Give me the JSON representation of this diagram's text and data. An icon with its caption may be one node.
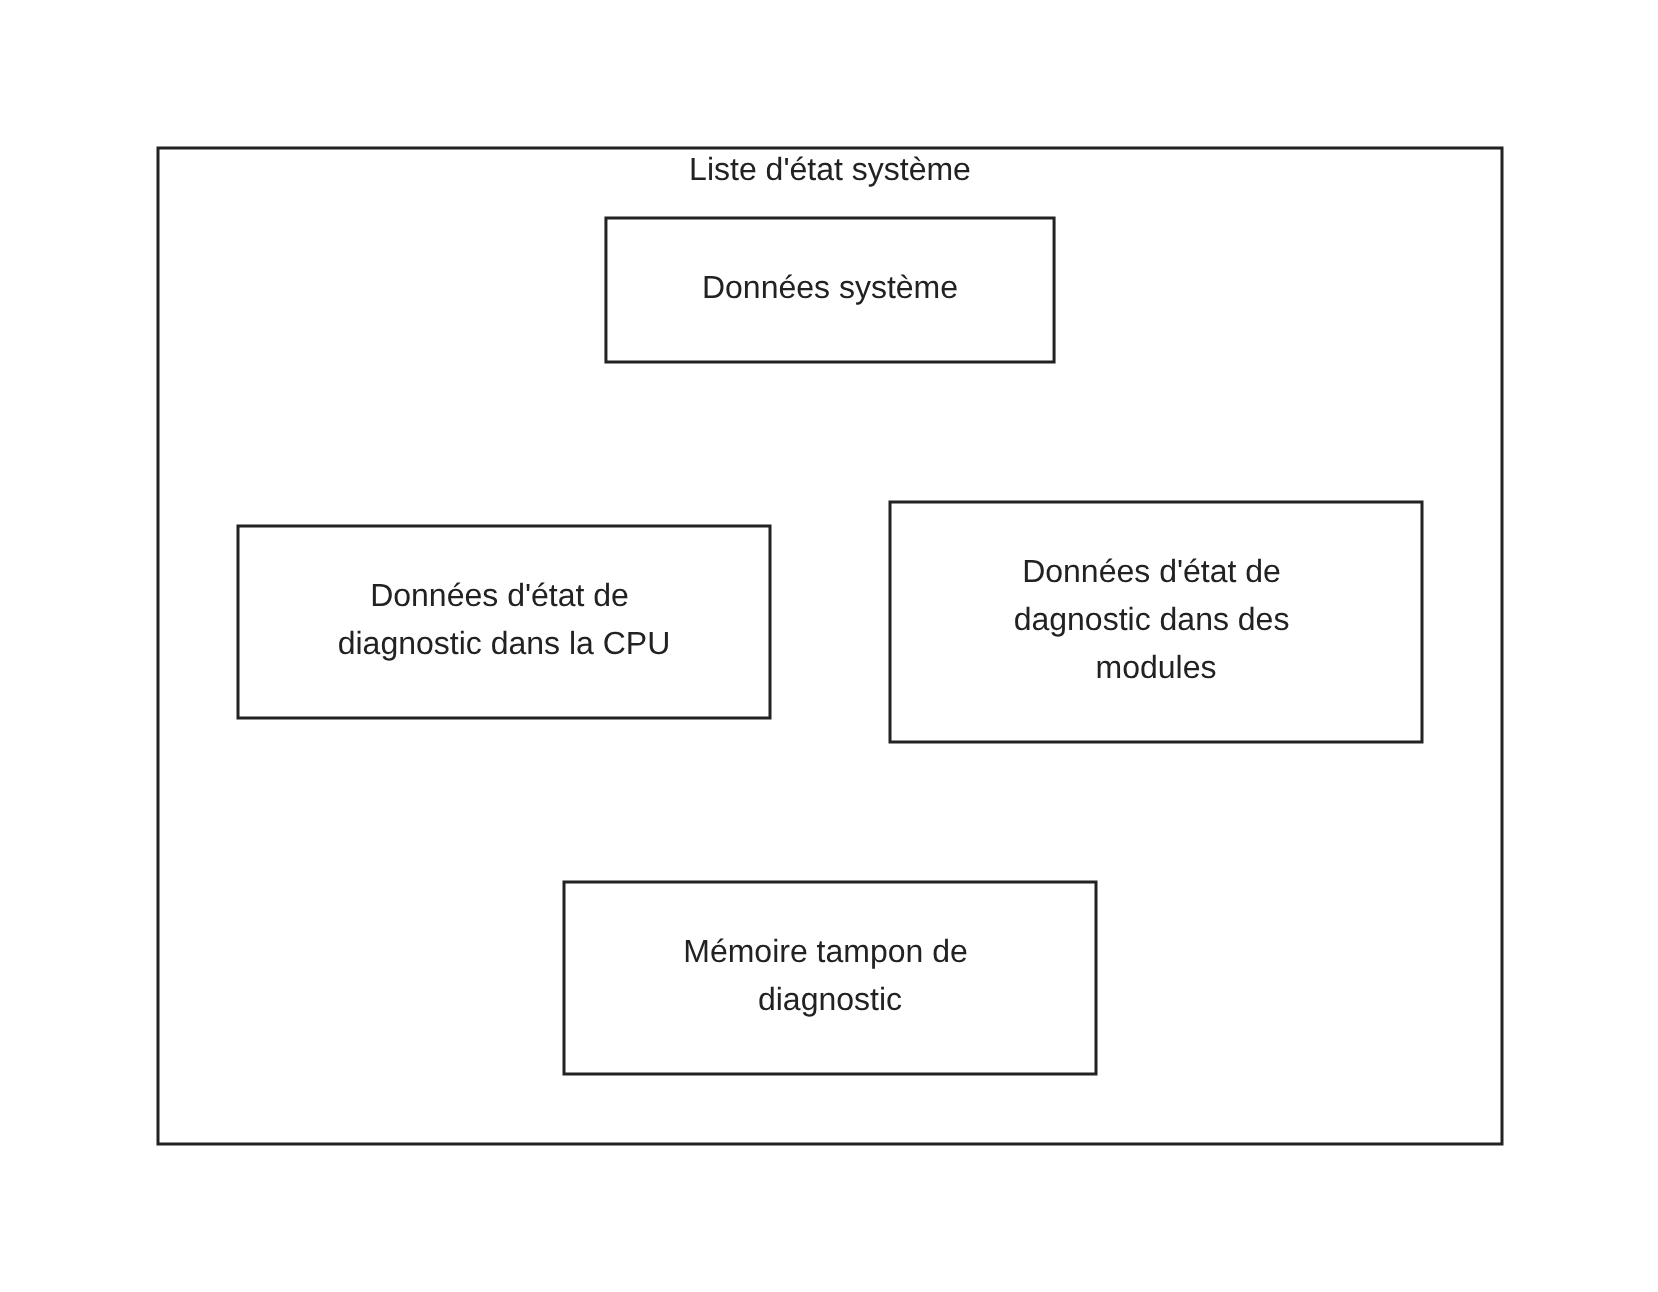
{
  "diagram": {
    "nodes": [
      {
        "text": [
          "Liste d'état système"
        ]
      },
      {
        "text": [
          "Données système"
        ],
        "in": 0
      },
      {
        "text": [
          "Données d'état de diagnostic dans la CPU"
        ],
        "in": 0
      },
      {
        "text": [
          "Données d'état de dagnostic dans des modules"
        ],
        "in": 0
      },
      {
        "text": [
          "Mémoire tampon de diagnostic"
        ],
        "in": 0
      }
    ],
    "edges": []
  }
}
